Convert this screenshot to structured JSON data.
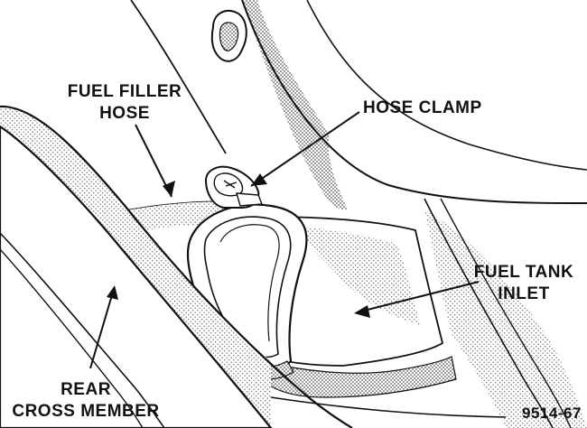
{
  "labels": {
    "fuel_filler_hose": [
      "FUEL FILLER",
      "HOSE"
    ],
    "hose_clamp": "HOSE CLAMP",
    "fuel_tank_inlet": [
      "FUEL TANK",
      "INLET"
    ],
    "rear_cross_member": [
      "REAR",
      "CROSS MEMBER"
    ]
  },
  "figure_number": "9514-67",
  "colors": {
    "ink": "#111111",
    "shade": "#8c8c8c",
    "background": "#ffffff"
  }
}
